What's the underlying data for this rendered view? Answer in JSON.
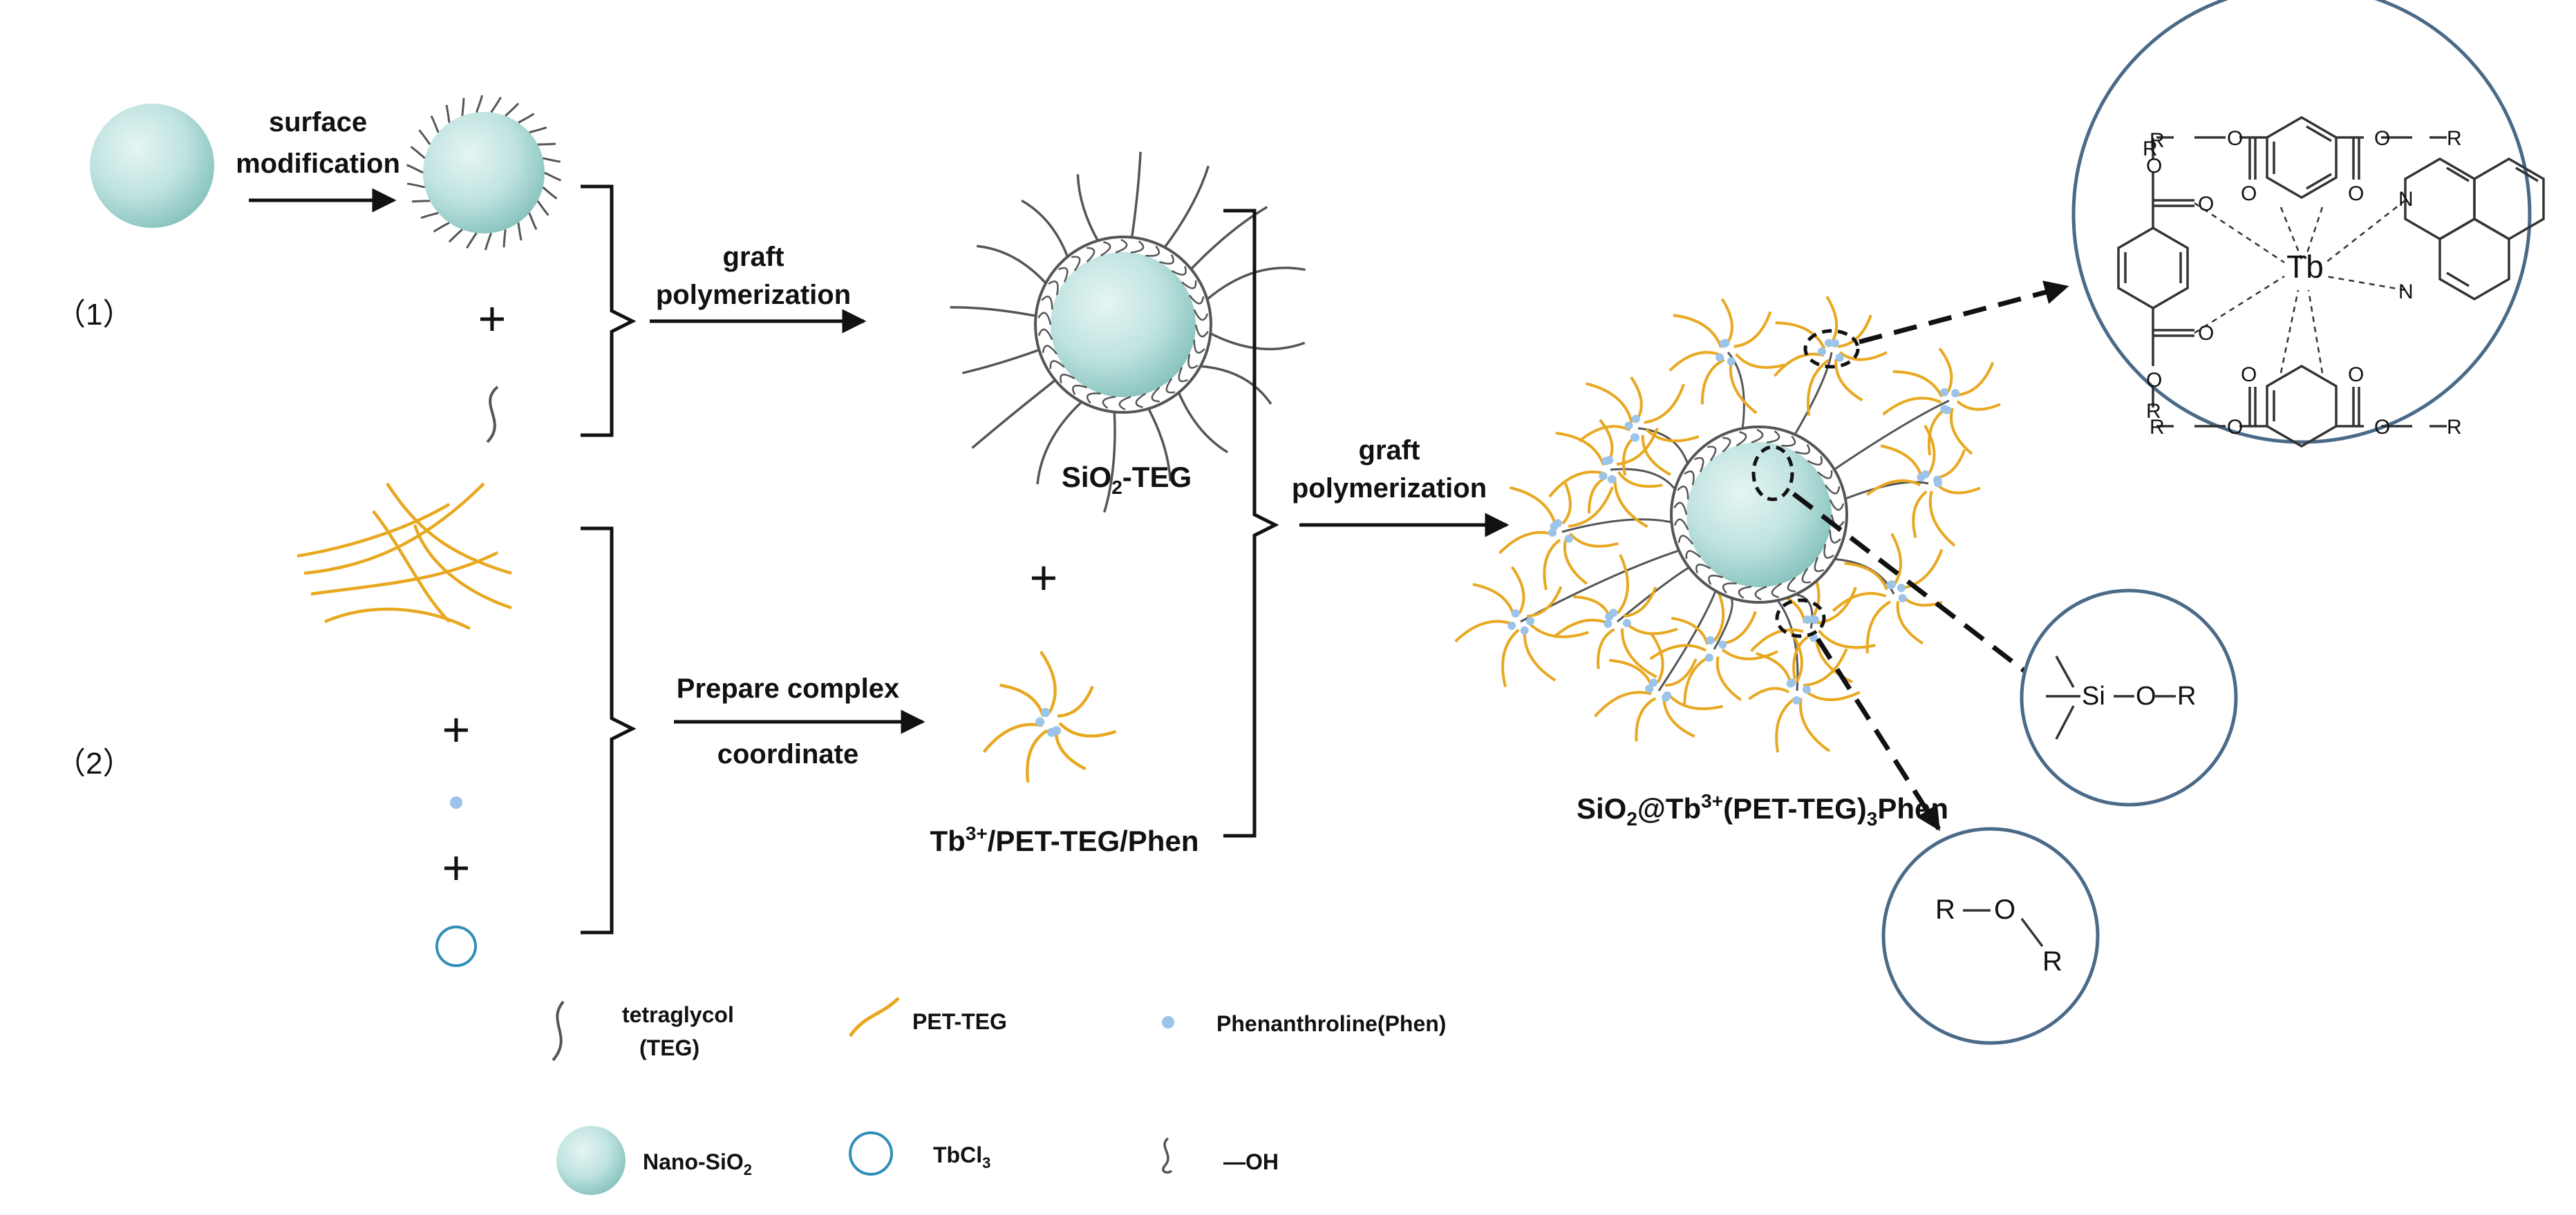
{
  "colors": {
    "sphere_fill": "#bfe3e0",
    "sphere_highlight": "#e6f5f3",
    "sphere_shade": "#7fbfba",
    "pet_teg": "#e8a820",
    "teg": "#555555",
    "phen_dot": "#9cc3e8",
    "tbcl3": "#2f8fb5",
    "inset_circle": "#4a6a88"
  },
  "row_labels": {
    "row1": "（1）",
    "row2": "（2）"
  },
  "steps": {
    "surface_modification": {
      "line1": "surface",
      "line2": "modification"
    },
    "graft_polymerization_1": {
      "line1": "graft",
      "line2": "polymerization"
    },
    "prepare_complex": "Prepare complex",
    "coordinate": "coordinate",
    "graft_polymerization_2": {
      "line1": "graft",
      "line2": "polymerization"
    }
  },
  "plus": "+",
  "products": {
    "sio2_teg": {
      "a": "SiO",
      "sub": "2",
      "b": "-TEG"
    },
    "tb_complex": {
      "a": "Tb",
      "sup": "3+",
      "b": "/PET-TEG/Phen"
    },
    "final": {
      "a": "SiO",
      "sub": "2",
      "b": "@Tb",
      "sup": "3+",
      "c": "(PET-TEG)",
      "sub2": "3",
      "d": "Phen"
    }
  },
  "insets": {
    "tb_center": "Tb",
    "R": "R",
    "O": "O",
    "N": "N",
    "Si": "Si"
  },
  "legend": {
    "teg_line1": "tetraglycol",
    "teg_line2": "(TEG)",
    "pet_teg": "PET-TEG",
    "phen": "Phenanthroline(Phen)",
    "nano_sio2": {
      "a": "Nano-SiO",
      "sub": "2"
    },
    "tbcl3": {
      "a": "TbCl",
      "sub": "3"
    },
    "oh": "—OH"
  }
}
